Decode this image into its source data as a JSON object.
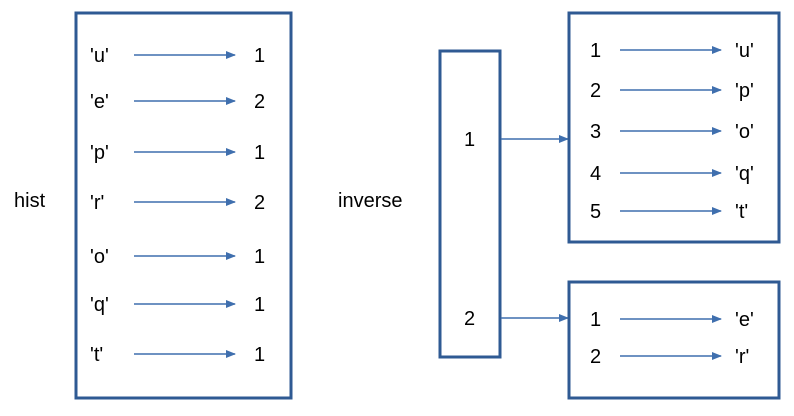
{
  "labels": {
    "hist": "hist",
    "inverse": "inverse"
  },
  "hist": [
    {
      "key": "'u'",
      "value": "1"
    },
    {
      "key": "'e'",
      "value": "2"
    },
    {
      "key": "'p'",
      "value": "1"
    },
    {
      "key": "'r'",
      "value": "2"
    },
    {
      "key": "'o'",
      "value": "1"
    },
    {
      "key": "'q'",
      "value": "1"
    },
    {
      "key": "'t'",
      "value": "1"
    }
  ],
  "inverse": [
    {
      "key": "1",
      "list": [
        {
          "index": "1",
          "value": "'u'"
        },
        {
          "index": "2",
          "value": "'p'"
        },
        {
          "index": "3",
          "value": "'o'"
        },
        {
          "index": "4",
          "value": "'q'"
        },
        {
          "index": "5",
          "value": "'t'"
        }
      ]
    },
    {
      "key": "2",
      "list": [
        {
          "index": "1",
          "value": "'e'"
        },
        {
          "index": "2",
          "value": "'r'"
        }
      ]
    }
  ],
  "colors": {
    "box_stroke": "#2f5a93",
    "arrow": "#3f6fae",
    "text": "#000000"
  }
}
